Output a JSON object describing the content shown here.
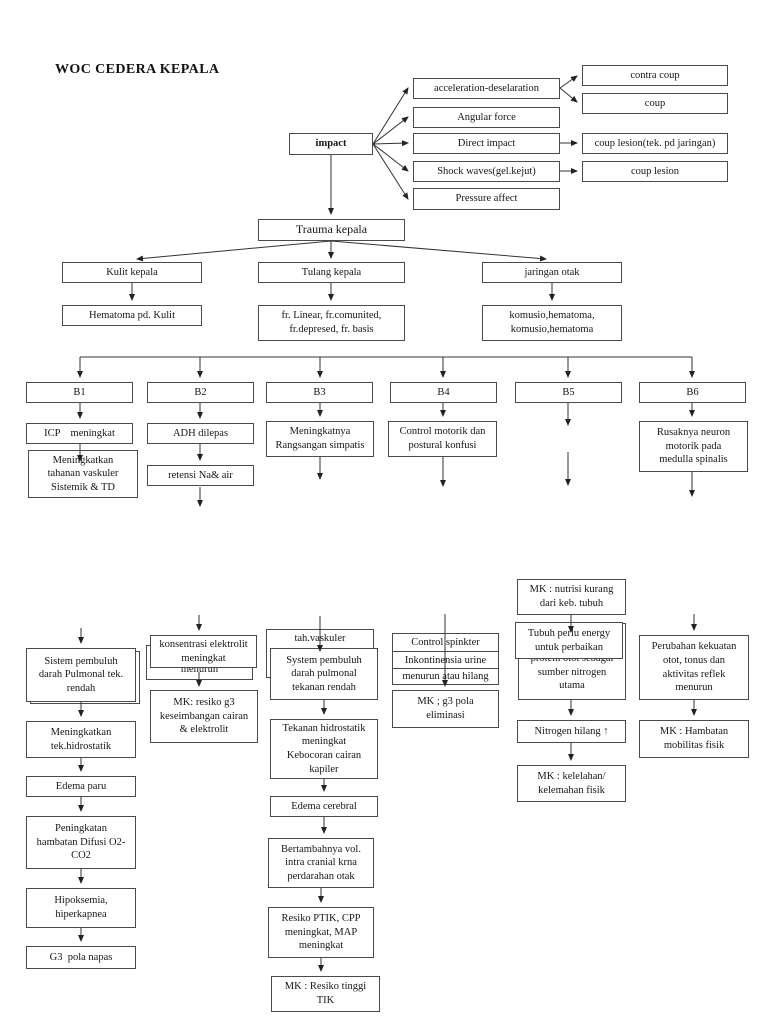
{
  "page": {
    "title": "WOC CEDERA KEPALA"
  },
  "nodes": {
    "impact": "impact",
    "accel": "acceleration-deselaration",
    "contraCoup": "contra coup",
    "coup": "coup",
    "angular": "Angular force",
    "direct": "Direct impact",
    "coupLesionTek": "coup lesion(tek. pd jaringan)",
    "shock": "Shock waves(gel.kejut)",
    "coupLesion": "coup lesion",
    "pressure": "Pressure affect",
    "trauma": "Trauma kepala",
    "kulit": "Kulit kepala",
    "tulang": "Tulang kepala",
    "jaringan": "jaringan otak",
    "hematoma": "Hematoma pd. Kulit",
    "frLinear": "fr. Linear, fr.comunited,\nfr.depresed, fr. basis",
    "komusio": "komusio,hematoma,\nkomusio,hematoma",
    "b1": "B1",
    "b2": "B2",
    "b3": "B3",
    "b4": "B4",
    "b5": "B5",
    "b6": "B6",
    "icp": "ICP    meningkat",
    "meningTahanan": "Meningkatkan\ntahanan vaskuler\nSistemik & TD",
    "adh": "ADH dilepas",
    "retensi": "retensi Na& air",
    "meningkatnyaRangsangan": "Meningkatnya\nRangsangan simpatis",
    "controlMotorik": "Control motorik dan\npostural konfusi",
    "rusaknya": "Rusaknya neuron\nmotorik pada\nmedulla spinalis",
    "sistemBack": "",
    "sistemPembuluh": "Sistem pembuluh\ndarah Pulmonal tek.\nrendah",
    "meningHidro": "Meningkatkan\ntek.hidrostatik",
    "edemaParu": "Edema paru",
    "peningkatanDifusi": "Peningkatan\nhambatan Difusi O2-\nCO2",
    "hipoksemia": "Hipoksemia,\nhiperkapnea",
    "g3Napas": "G3  pola napas",
    "menurunBack": "menurun",
    "konsentrasi": "konsentrasi elektrolit\nmeningkat",
    "mkResikoG3": "MK: resiko g3\nkeseimbangan cairan\n& elektrolit",
    "tahVaskuler": "tah.vaskuler",
    "systemPembuluh": "System pembuluh\ndarah pulmonal\ntekanan rendah",
    "tekananHidrostatik": "Tekanan hidrostatik\nmeningkat\nKebocoran cairan\nkapiler",
    "edemaCerebral": "Edema cerebral",
    "bertambahnya": "Bertambahnya vol.\nintra cranial krna\nperdarahan otak",
    "resikoPtik": "Resiko PTIK, CPP\nmeningkat, MAP\nmeningkat",
    "mkResikoTik": "MK : Resiko tinggi\nTIK",
    "controlSpinkter": "Control spinkter",
    "inkontinensia": "Inkontinensia urine",
    "menurunAtauHilang": "menurun atau hilang",
    "mkG3Eliminasi": "MK ; g3 pola\neliminasi",
    "mkNutrisi": "MK : nutrisi kurang\ndari keb. tubuh",
    "proteinBack": "protein otot sebagai\nsumber nitrogen\nutama",
    "tubuhPerlu": "Tubuh perlu energy\nuntuk perbaikan",
    "nitrogen": "Nitrogen hilang ↑",
    "mkKelelahan": "MK : kelelahan/\nkelemahan fisik",
    "perubahan": "Perubahan kekuatan\notot, tonus dan\naktivitas reflek\nmenurun",
    "mkHambatan": "MK : Hambatan\nmobilitas fisik"
  }
}
